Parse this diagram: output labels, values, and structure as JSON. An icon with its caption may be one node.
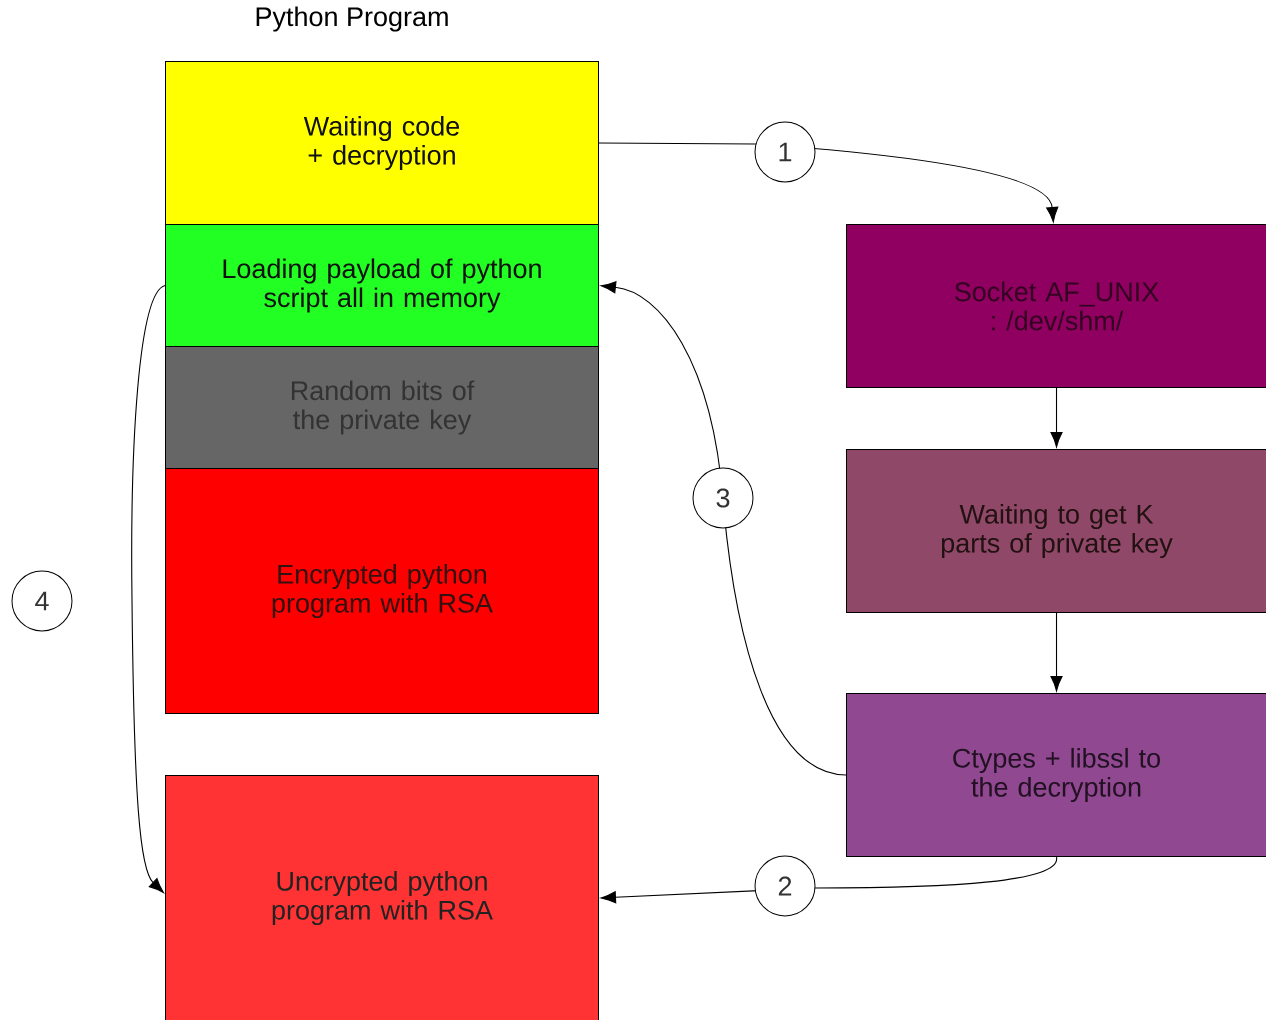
{
  "diagram": {
    "title": "Python Program",
    "nodes": [
      {
        "text": [
          "Waiting code + decryption"
        ]
      },
      {
        "text": [
          "Loading payload of python script all in memory"
        ]
      },
      {
        "text": [
          "Random bits of the private key"
        ]
      },
      {
        "text": [
          "Encrypted python program with RSA"
        ]
      },
      {
        "text": [
          "Uncrypted python program with RSA"
        ]
      },
      {
        "text": [
          "Socket AF_UNIX : /dev/shm/"
        ]
      },
      {
        "text": [
          "Waiting to get K parts of private key"
        ]
      },
      {
        "text": [
          "Ctypes + libssl to the decryption"
        ]
      }
    ],
    "edges": [
      {
        "from": 0,
        "to": 5,
        "arrow": "to",
        "label": "1"
      },
      {
        "from": 5,
        "to": 6,
        "arrow": "to"
      },
      {
        "from": 6,
        "to": 7,
        "arrow": "to"
      },
      {
        "from": 7,
        "to": 4,
        "arrow": "to",
        "label": "2"
      },
      {
        "from": 7,
        "to": 1,
        "arrow": "to",
        "label": "3"
      },
      {
        "from": 1,
        "to": 4,
        "arrow": "to",
        "label": "4"
      }
    ]
  }
}
